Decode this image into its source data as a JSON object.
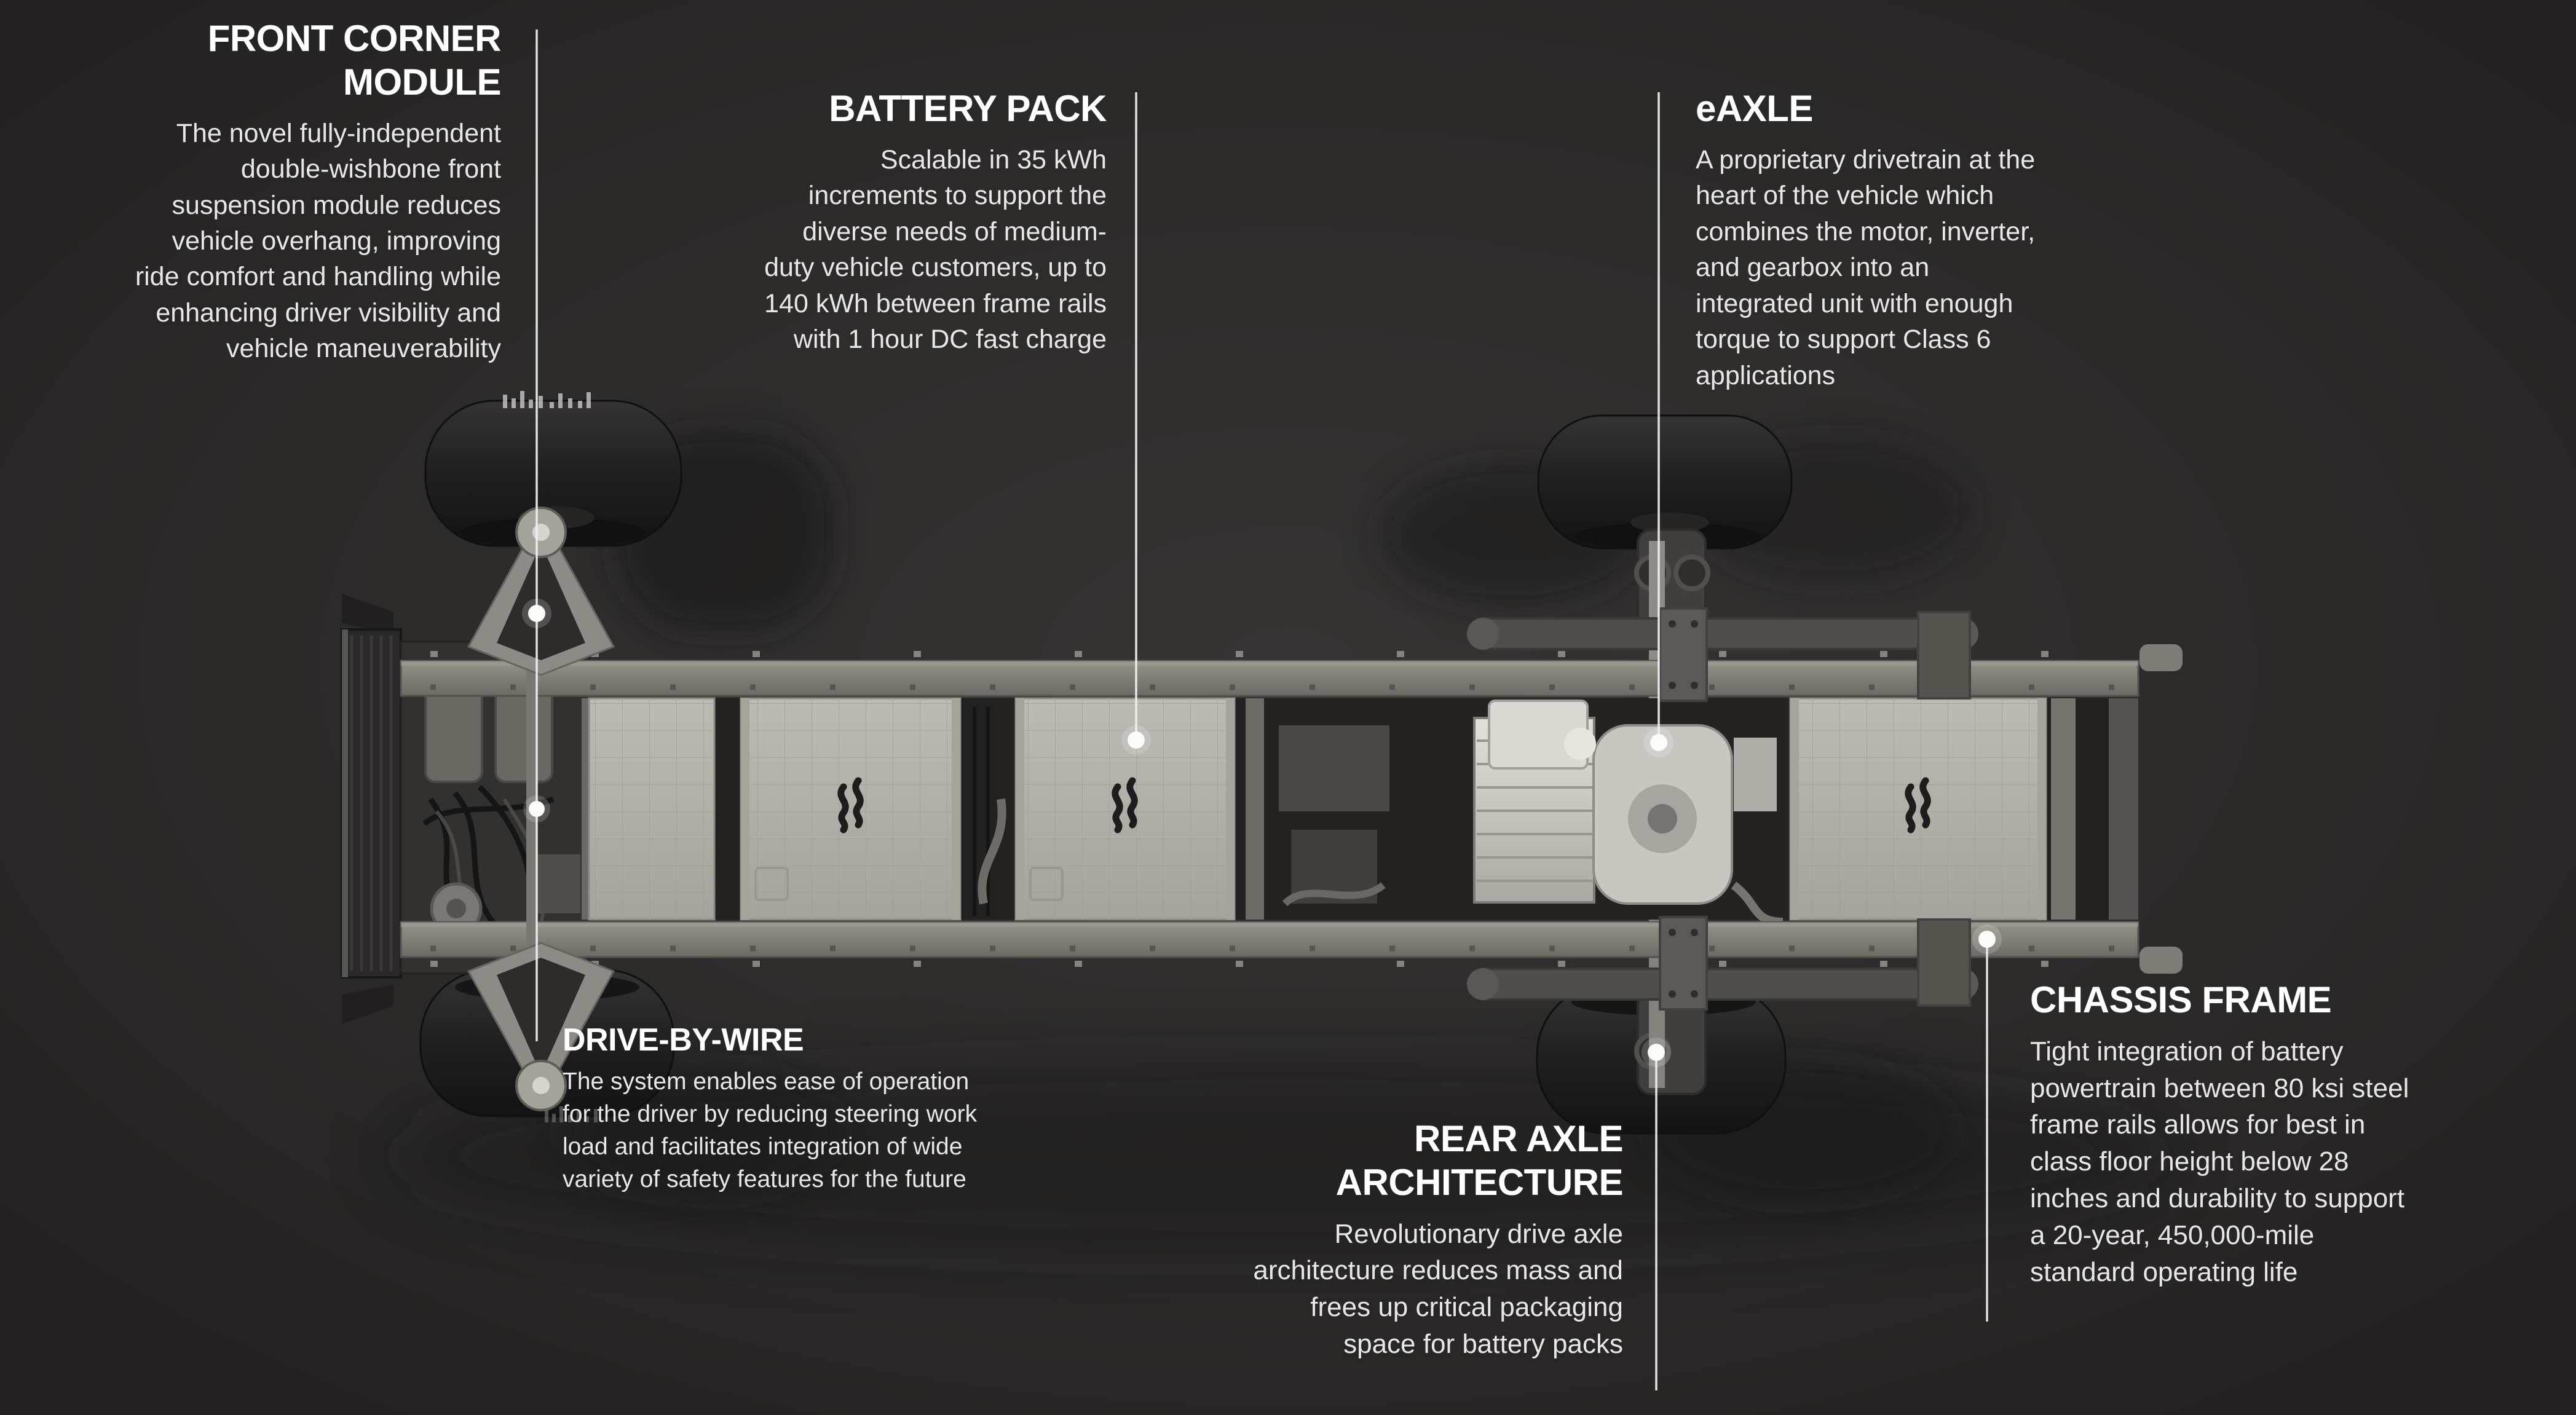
{
  "colors": {
    "background": "#2B2929",
    "background_center": "#373534",
    "heading_text": "#FFFFFF",
    "body_text": "#E8E7E6",
    "leader_line": "#F2F1F0",
    "rail_gray": "#87847F",
    "battery_pack_gray": "#B4B1AB",
    "tire_black": "#1B1A1A",
    "eaxle_metal": "#D8D5D0"
  },
  "icons": {
    "battery_pack_logo": "flame-logo-icon"
  },
  "callouts": {
    "front_corner_module": {
      "title": "FRONT CORNER\nMODULE",
      "body": "The novel fully-independent\ndouble-wishbone front\nsuspension module reduces\nvehicle overhang,  improving\nride comfort and handling while\nenhancing driver visibility and\nvehicle maneuverability"
    },
    "battery_pack": {
      "title": "BATTERY PACK",
      "body": "Scalable in 35 kWh\nincrements to support the\ndiverse needs of medium-\nduty vehicle customers, up to\n140 kWh between frame rails\nwith 1 hour DC fast charge"
    },
    "eaxle": {
      "title": "eAXLE",
      "body": "A proprietary drivetrain at the\nheart of the vehicle which\ncombines the motor, inverter,\nand gearbox into an\nintegrated unit with enough\ntorque to support Class 6\napplications"
    },
    "drive_by_wire": {
      "title": "DRIVE-BY-WIRE",
      "body": "The system enables ease of operation\nfor the driver by reducing steering work\nload and facilitates integration of wide\nvariety of safety features for the future"
    },
    "rear_axle_architecture": {
      "title": "REAR AXLE\nARCHITECTURE",
      "body": "Revolutionary drive axle\narchitecture reduces mass and\nfrees up critical packaging\nspace for battery packs"
    },
    "chassis_frame": {
      "title": "CHASSIS FRAME",
      "body": "Tight integration of battery\npowertrain between 80 ksi steel\nframe rails allows for best in\nclass floor height below 28\ninches and durability to support\na 20-year, 450,000-mile\nstandard operating life"
    }
  }
}
